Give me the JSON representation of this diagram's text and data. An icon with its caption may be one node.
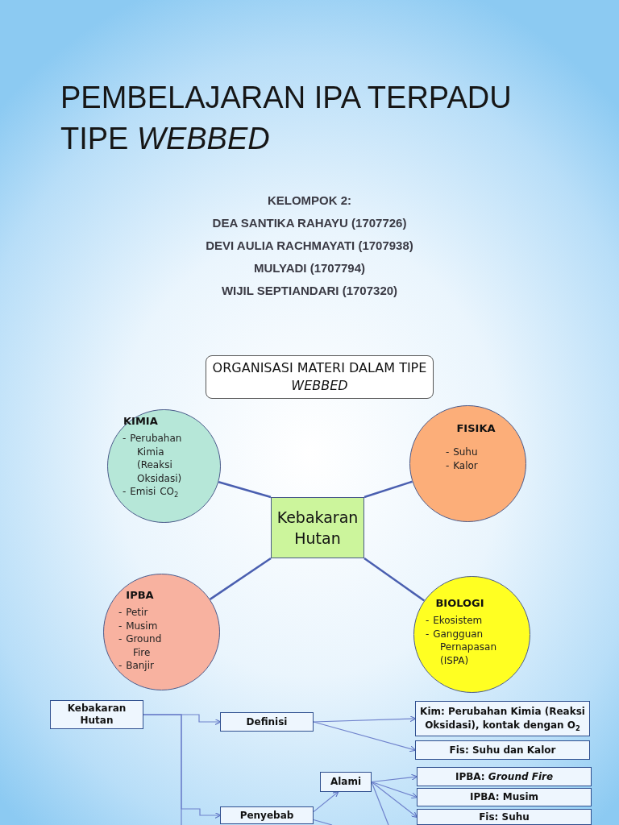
{
  "diagram": {
    "title": "PEMBELAJARAN IPA TERPADU TIPE *WEBBED*",
    "nodes": [
      {
        "text": [
          "ORGANISASI MATERI DALAM TIPE *WEBBED*"
        ]
      },
      {
        "text": [
          "KIMIA",
          "- Perubahan Kimia (Reaksi Oksidasi)",
          "- Emisi CO$_{2}$"
        ]
      },
      {
        "text": [
          "FISIKA",
          "- Suhu",
          "- Kalor"
        ]
      },
      {
        "text": [
          "Kebakaran Hutan"
        ]
      },
      {
        "text": [
          "IPBA",
          "- Petir",
          "- Musim",
          "- Ground Fire",
          "- Banjir"
        ]
      },
      {
        "text": [
          "BIOLOGI",
          "- Ekosistem",
          "- Gangguan Pernapasan (ISPA)"
        ]
      },
      {
        "text": [
          "Kebakaran Hutan"
        ]
      },
      {
        "text": [
          "Definisi"
        ]
      },
      {
        "text": [
          "Kim: Perubahan Kimia (Reaksi Oksidasi), kontak dengan O$_{2}$"
        ]
      },
      {
        "text": [
          "Fis: Suhu dan Kalor"
        ]
      },
      {
        "text": [
          "Alami"
        ]
      },
      {
        "text": [
          "IPBA: *Ground Fire*"
        ]
      },
      {
        "text": [
          "IPBA: Musim"
        ]
      },
      {
        "text": [
          "Penyebab"
        ]
      },
      {
        "text": [
          "Fis: Suhu"
        ]
      }
    ],
    "edges": [
      {
        "from": 3,
        "to": 1,
        "arrow": "none"
      },
      {
        "from": 3,
        "to": 2,
        "arrow": "none"
      },
      {
        "from": 3,
        "to": 4,
        "arrow": "none"
      },
      {
        "from": 3,
        "to": 5,
        "arrow": "none"
      },
      {
        "from": 6,
        "to": 7,
        "arrow": "to"
      },
      {
        "from": 6,
        "to": 13,
        "arrow": "to"
      },
      {
        "from": 6,
        "to": null,
        "arrow": "none"
      },
      {
        "from": 7,
        "to": 8,
        "arrow": "to"
      },
      {
        "from": 7,
        "to": 9,
        "arrow": "to"
      },
      {
        "from": 13,
        "to": 10,
        "arrow": "to"
      },
      {
        "from": 13,
        "to": null,
        "arrow": "none"
      },
      {
        "from": 10,
        "to": 11,
        "arrow": "to"
      },
      {
        "from": 10,
        "to": 12,
        "arrow": "to"
      },
      {
        "from": 10,
        "to": 14,
        "arrow": "to"
      },
      {
        "from": 10,
        "to": null,
        "arrow": "none"
      }
    ],
    "labels": [
      "KELOMPOK 2:",
      "DEA SANTIKA RAHAYU (1707726)",
      "DEVI AULIA RACHMAYATI (1707938)",
      "MULYADI (1707794)",
      "WIJIL SEPTIANDARI (1707320)"
    ]
  }
}
